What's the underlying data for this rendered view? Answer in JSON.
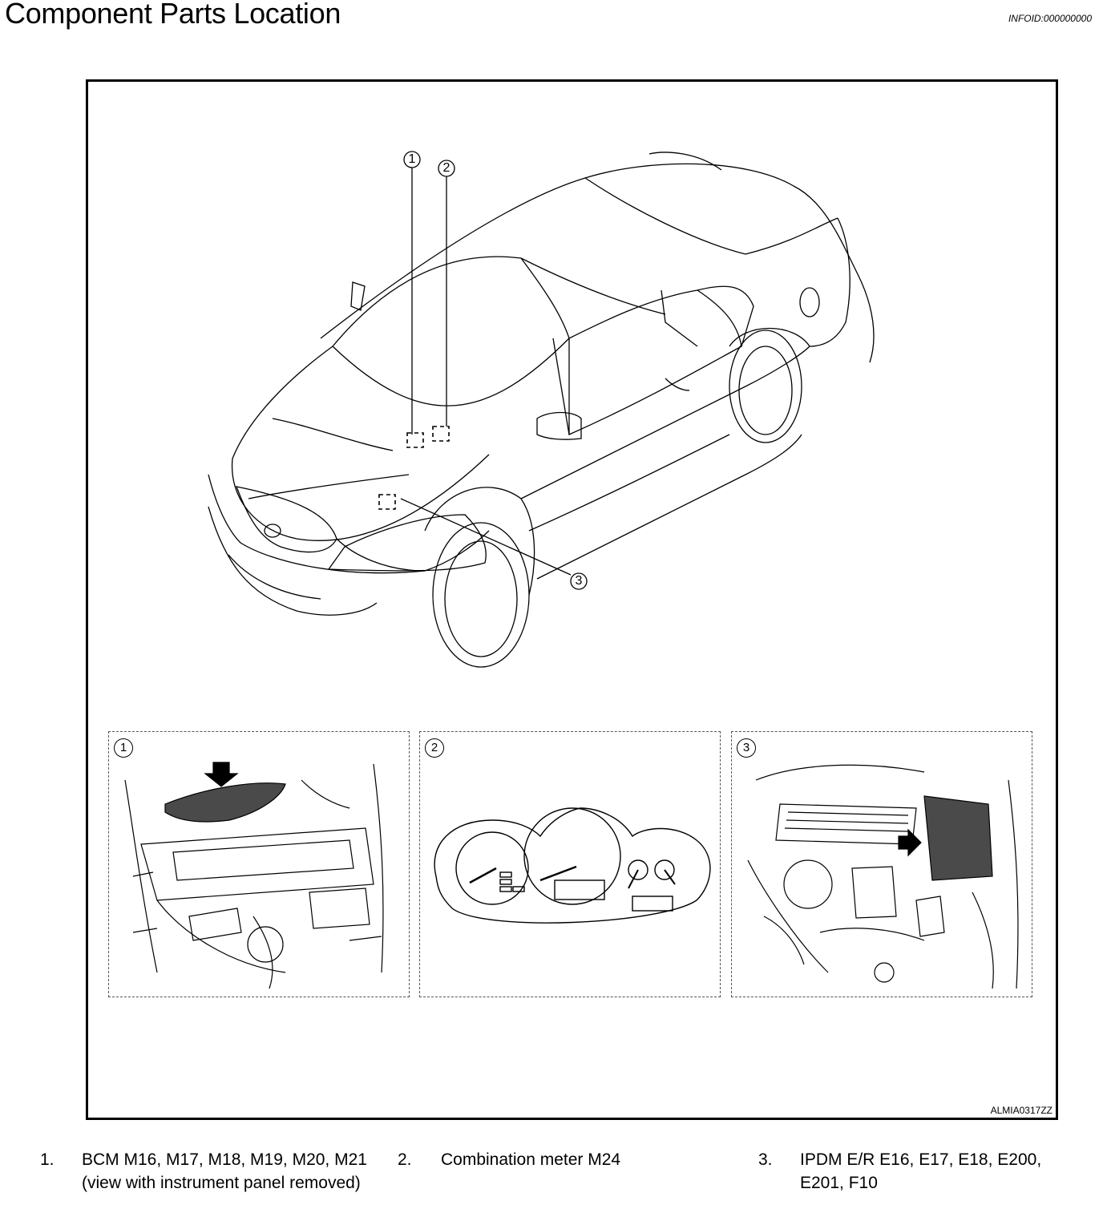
{
  "page": {
    "title": "Component Parts Location",
    "info_id": "INFOID:000000000"
  },
  "figure": {
    "code": "ALMIA0317ZZ",
    "callouts": [
      "1",
      "2",
      "3"
    ],
    "panels": [
      {
        "number": "1"
      },
      {
        "number": "2"
      },
      {
        "number": "3"
      }
    ]
  },
  "legend": [
    {
      "number": "1.",
      "text": "BCM M16, M17, M18, M19, M20, M21 (view with instrument panel removed)"
    },
    {
      "number": "2.",
      "text": "Combination meter M24"
    },
    {
      "number": "3.",
      "text": "IPDM E/R E16, E17, E18, E200, E201, F10"
    }
  ]
}
